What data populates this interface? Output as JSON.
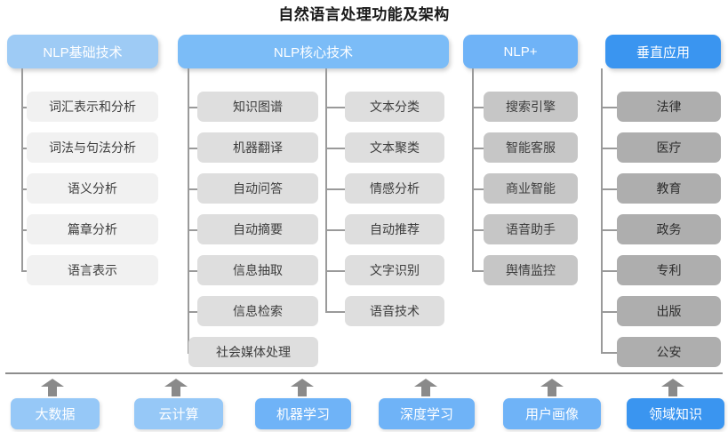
{
  "title": "自然语言处理功能及架构",
  "columns": [
    {
      "key": "basic",
      "header": "NLP基础技术",
      "items": [
        "词汇表示和分析",
        "词法与句法分析",
        "语义分析",
        "篇章分析",
        "语言表示"
      ]
    },
    {
      "key": "core",
      "header": "NLP核心技术",
      "items_left": [
        "知识图谱",
        "机器翻译",
        "自动问答",
        "自动摘要",
        "信息抽取",
        "信息检索",
        "社会媒体处理"
      ],
      "items_right": [
        "文本分类",
        "文本聚类",
        "情感分析",
        "自动推荐",
        "文字识别",
        "语音技术"
      ]
    },
    {
      "key": "plus",
      "header": "NLP+",
      "items": [
        "搜索引擎",
        "智能客服",
        "商业智能",
        "语音助手",
        "舆情监控"
      ]
    },
    {
      "key": "vertical",
      "header": "垂直应用",
      "items": [
        "法律",
        "医疗",
        "教育",
        "政务",
        "专利",
        "出版",
        "公安"
      ]
    }
  ],
  "foundation": [
    "大数据",
    "云计算",
    "机器学习",
    "深度学习",
    "用户画像",
    "领域知识"
  ],
  "colors": {
    "header_basic": "#9ecbf5",
    "header_core": "#7bbcf7",
    "header_plus": "#6fb3f7",
    "header_vertical": "#3a95f0",
    "item_basic": "#f1f1f1",
    "item_core": "#dedede",
    "item_plus": "#c6c6c6",
    "item_vertical": "#aeaeae",
    "connector": "#9a9a9a",
    "divider": "#8d8d8d",
    "arrow": "#8a8a8a"
  }
}
